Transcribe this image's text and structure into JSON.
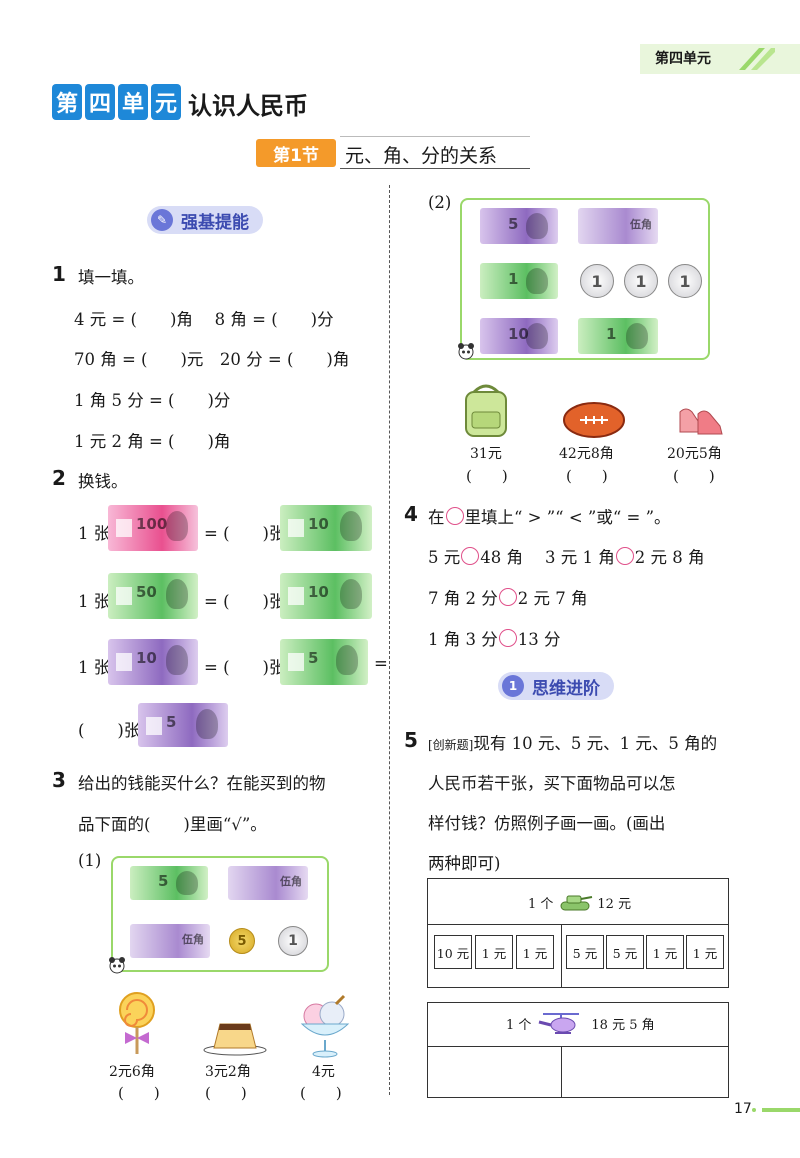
{
  "header": {
    "unit_tab": "第四单元"
  },
  "unit": {
    "badge": [
      "第",
      "四",
      "单",
      "元"
    ],
    "title": "认识人民币"
  },
  "section": {
    "badge": "第1节",
    "title": "元、角、分的关系"
  },
  "pills": {
    "basic": "强基提能",
    "advanced": "思维进阶",
    "advanced_icon": "1"
  },
  "q1": {
    "num": "1",
    "title": "填一填。",
    "lines": [
      "4 元 = (　　)角　 8 角 = (　　)分",
      "70 角 = (　　)元　20 分 = (　　)角",
      "1 角 5 分 = (　　)分",
      "1 元 2 角 = (　　)角"
    ]
  },
  "q2": {
    "num": "2",
    "title": "换钱。",
    "row1": {
      "pre": "1 张",
      "mid": "= (　　)张"
    },
    "row2": {
      "pre": "1 张",
      "mid": "= (　　)张"
    },
    "row3": {
      "pre": "1 张",
      "mid": "= (　　)张",
      "post": "="
    },
    "row4": {
      "pre": "(　　)张"
    },
    "bills": {
      "b100": "100",
      "b10": "10",
      "b50": "50",
      "b5": "5"
    }
  },
  "q3": {
    "num": "3",
    "line1": "给出的钱能买什么？在能买到的物",
    "line2": "品下面的(　　)里画“√”。",
    "part1": {
      "label": "(1)",
      "note_5": "5",
      "note_5jiao": "伍角",
      "coin_5": "5",
      "coin_1": "1",
      "items": [
        {
          "price": "2元6角",
          "paren": "(　　)"
        },
        {
          "price": "3元2角",
          "paren": "(　　)"
        },
        {
          "price": "4元",
          "paren": "(　　)"
        }
      ]
    },
    "part2": {
      "label": "(2)",
      "note_5": "5",
      "note_5jiao": "伍角",
      "note_1": "1",
      "note_10": "10",
      "coin_1": "1",
      "items": [
        {
          "price": "31元",
          "paren": "(　　)"
        },
        {
          "price": "42元8角",
          "paren": "(　　)"
        },
        {
          "price": "20元5角",
          "paren": "(　　)"
        }
      ]
    }
  },
  "q4": {
    "num": "4",
    "title_pre": "在",
    "title_post": "里填上“ > ”“ < ”或“ = ”。",
    "rows": [
      [
        {
          "l": "5 元",
          "r": "48 角"
        },
        {
          "l": "3 元 1 角",
          "r": "2 元 8 角"
        }
      ],
      [
        {
          "l": "7 角 2 分",
          "r": "2 元 7 角"
        }
      ],
      [
        {
          "l": "1 角 3 分",
          "r": "13 分"
        }
      ]
    ]
  },
  "q5": {
    "num": "5",
    "tag": "[创新题]",
    "line1": "现有 10 元、5 元、1 元、5 角的",
    "line2": "人民币若干张，买下面物品可以怎",
    "line3": "样付钱？仿照例子画一画。(画出",
    "line4": "两种即可)",
    "table1": {
      "left": "1 个",
      "right": "12 元",
      "cells": [
        "10 元",
        "1 元",
        "1 元",
        "5 元",
        "5 元",
        "1 元",
        "1 元"
      ]
    },
    "table2": {
      "left": "1 个",
      "right": "18 元 5 角"
    }
  },
  "footer": {
    "page": "17"
  }
}
